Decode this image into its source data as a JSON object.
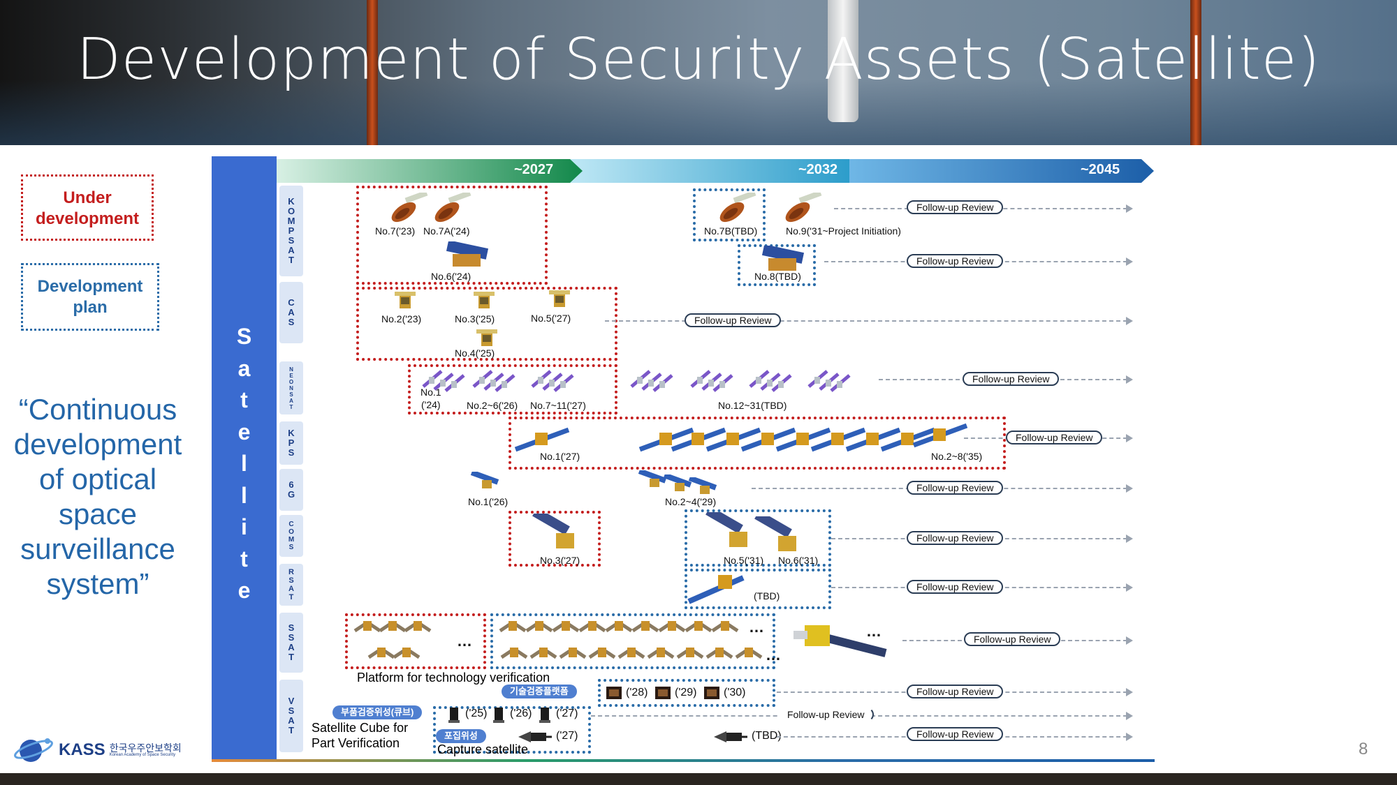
{
  "header": {
    "title": "Development of Security Assets (Satellite)"
  },
  "legend": {
    "under_development": "Under\ndevelopment",
    "development_plan": "Development\nplan"
  },
  "quote": "“Continuous development of optical space surveillance system”",
  "logo": {
    "name": "KASS",
    "korean": "한국우주안보학회",
    "english": "Korean Academy of Space Security"
  },
  "page_number": "8",
  "chart": {
    "vertical_label": "Satellite",
    "timeline": [
      "~2027",
      "~2032",
      "~2045"
    ],
    "rows": [
      {
        "label": "KOMPSAT",
        "letters": [
          "K",
          "O",
          "M",
          "P",
          "S",
          "A",
          "T"
        ]
      },
      {
        "label": "CAS",
        "letters": [
          "C",
          "A",
          "S"
        ]
      },
      {
        "label": "NEONSAT",
        "letters": [
          "N",
          "E",
          "O",
          "N",
          "S",
          "A",
          "T"
        ]
      },
      {
        "label": "KPS",
        "letters": [
          "K",
          "P",
          "S"
        ]
      },
      {
        "label": "6G",
        "letters": [
          "6",
          "G"
        ]
      },
      {
        "label": "COMS",
        "letters": [
          "C",
          "O",
          "M",
          "S"
        ]
      },
      {
        "label": "RSAT",
        "letters": [
          "R",
          "S",
          "A",
          "T"
        ]
      },
      {
        "label": "SSAT",
        "letters": [
          "S",
          "S",
          "A",
          "T"
        ]
      },
      {
        "label": "VSAT",
        "letters": [
          "V",
          "S",
          "A",
          "T"
        ]
      }
    ],
    "labels": {
      "kompsat_7": "No.7('23)",
      "kompsat_7a": "No.7A('24)",
      "kompsat_6": "No.6('24)",
      "kompsat_7b": "No.7B(TBD)",
      "kompsat_9": "No.9('31~Project Initiation)",
      "kompsat_8": "No.8(TBD)",
      "cas_2": "No.2('23)",
      "cas_3": "No.3('25)",
      "cas_5": "No.5('27)",
      "cas_4": "No.4('25)",
      "neon_1": "No.1\n('24)",
      "neon_2_6": "No.2~6('26)",
      "neon_7_11": "No.7~11('27)",
      "neon_12_31": "No.12~31(TBD)",
      "kps_1": "No.1('27)",
      "kps_2_8": "No.2~8('35)",
      "g6_1": "No.1('26)",
      "g6_2_4": "No.2~4('29)",
      "coms_3": "No.3('27)",
      "coms_5": "No.5('31)",
      "coms_6": "No.6('31)",
      "rsat_tbd": "(TBD)",
      "platform": "Platform for technology verification",
      "tech_platform_kr": "기술검증플랫폼",
      "tp_28": "('28)",
      "tp_29": "('29)",
      "tp_30": "('30)",
      "part_verif_kr": "부품검증위성(큐브)",
      "pv_25": "('25)",
      "pv_26": "('26)",
      "pv_27": "('27)",
      "cube_desc": "Satellite Cube for\nPart Verification",
      "capture_kr": "포집위성",
      "cap_27": "('27)",
      "cap_tbd": "(TBD)",
      "capture_desc": "Capture satellite"
    },
    "follow_up": "Follow-up Review"
  }
}
